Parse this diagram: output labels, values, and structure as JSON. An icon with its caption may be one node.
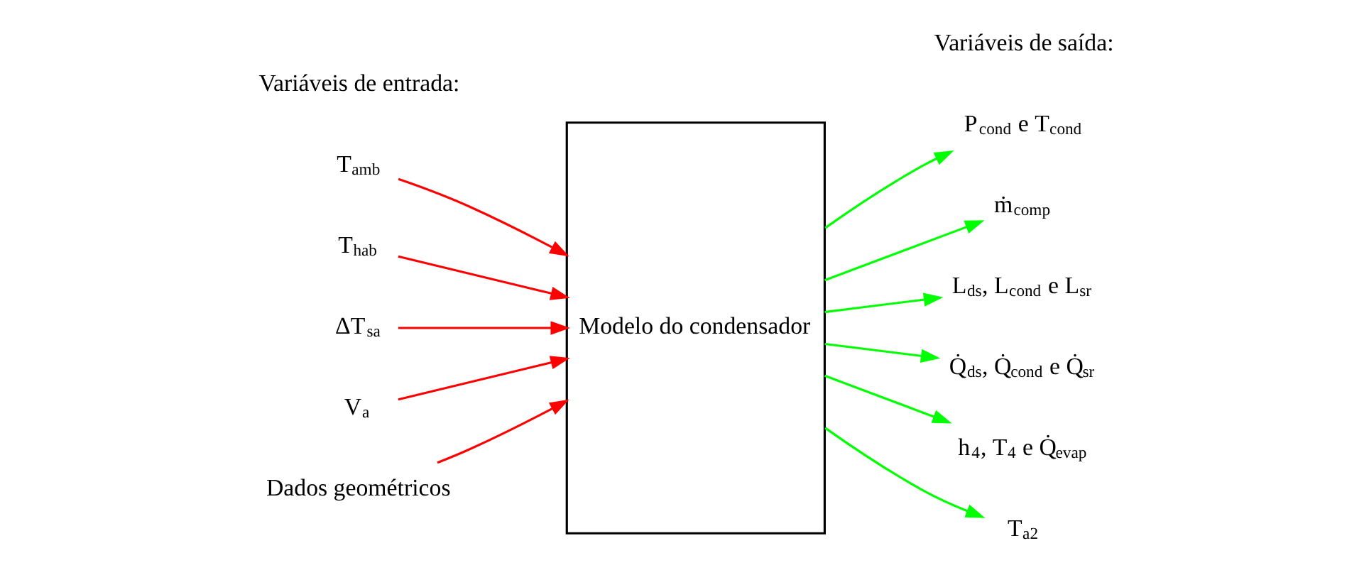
{
  "diagram": {
    "nodes": [
      {
        "text": [
          "T$_{amb}$"
        ]
      },
      {
        "text": [
          "T$_{hab}$"
        ]
      },
      {
        "text": [
          "ΔT$_{sa}$"
        ]
      },
      {
        "text": [
          "V$_{a}$"
        ]
      },
      {
        "text": [
          "Dados geométricos"
        ]
      },
      {
        "text": [
          "Modelo do condensador"
        ]
      },
      {
        "text": [
          "P$_{cond}$ e T$_{cond}$"
        ]
      },
      {
        "text": [
          "ṁ$_{comp}$"
        ]
      },
      {
        "text": [
          "L$_{ds}$, L$_{cond}$ e L$_{sr}$"
        ]
      },
      {
        "text": [
          "Q̇$_{ds}$, Q̇$_{cond}$ e Q̇$_{sr}$"
        ]
      },
      {
        "text": [
          "h$_{4}$, T$_{4}$ e Q̇$_{evap}$"
        ]
      },
      {
        "text": [
          "T$_{a2}$"
        ]
      }
    ],
    "edges": [
      {
        "from": 0,
        "to": 5,
        "arrow": "to",
        "color": "#ff0000"
      },
      {
        "from": 1,
        "to": 5,
        "arrow": "to",
        "color": "#ff0000"
      },
      {
        "from": 2,
        "to": 5,
        "arrow": "to",
        "color": "#ff0000"
      },
      {
        "from": 3,
        "to": 5,
        "arrow": "to",
        "color": "#ff0000"
      },
      {
        "from": 4,
        "to": 5,
        "arrow": "to",
        "color": "#ff0000"
      },
      {
        "from": 5,
        "to": 6,
        "arrow": "to",
        "color": "#00ff00"
      },
      {
        "from": 5,
        "to": 7,
        "arrow": "to",
        "color": "#00ff00"
      },
      {
        "from": 5,
        "to": 8,
        "arrow": "to",
        "color": "#00ff00"
      },
      {
        "from": 5,
        "to": 9,
        "arrow": "to",
        "color": "#00ff00"
      },
      {
        "from": 5,
        "to": 10,
        "arrow": "to",
        "color": "#00ff00"
      },
      {
        "from": 5,
        "to": 11,
        "arrow": "to",
        "color": "#00ff00"
      }
    ],
    "labels": [
      "Variáveis de entrada:",
      "Variáveis de saída:"
    ]
  }
}
